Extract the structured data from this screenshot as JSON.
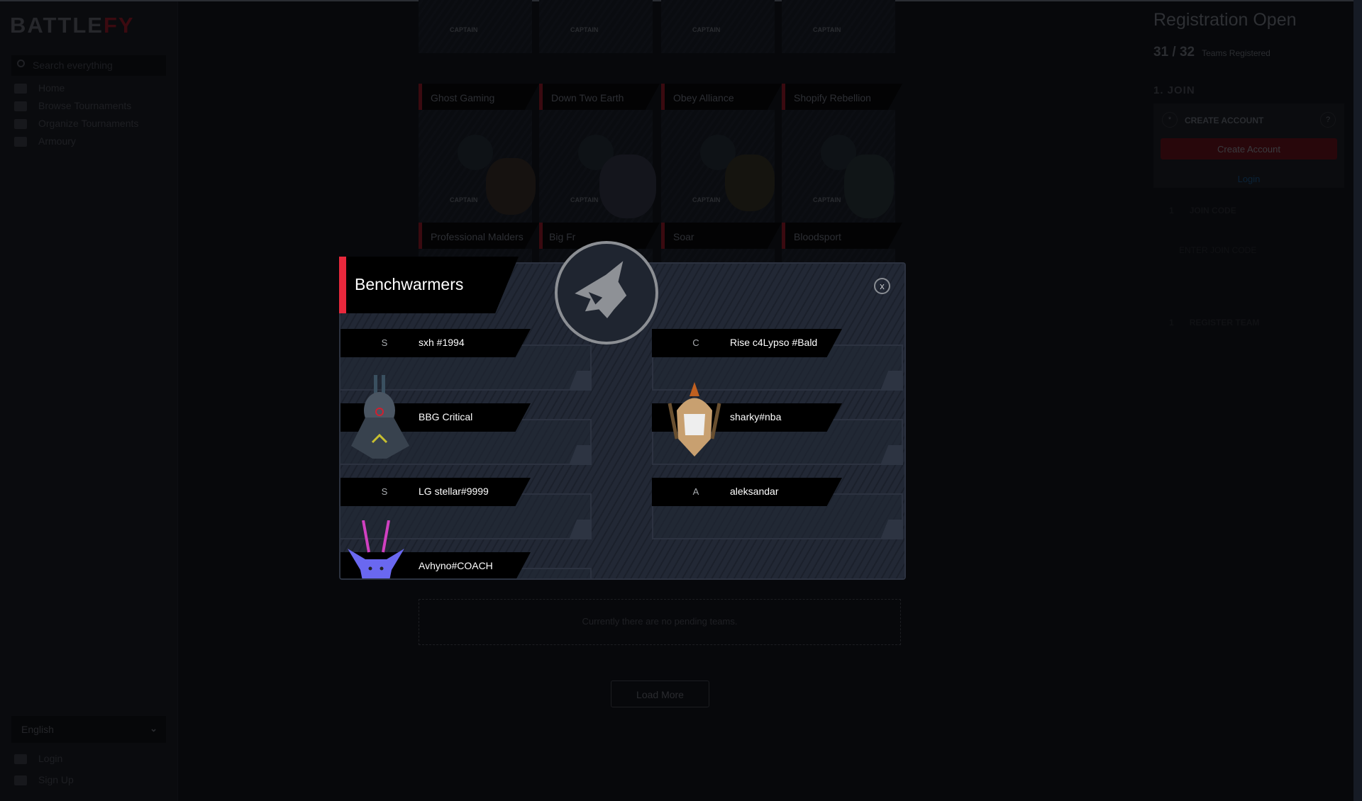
{
  "sidebar": {
    "logo_main": "BATTLE",
    "logo_accent": "FY",
    "search_placeholder": "Search everything",
    "nav": [
      {
        "label": "Home",
        "icon": "home-icon"
      },
      {
        "label": "Browse Tournaments",
        "icon": "trophy-icon"
      },
      {
        "label": "Organize Tournaments",
        "icon": "wrench-icon"
      },
      {
        "label": "Armoury",
        "icon": "shield-icon"
      }
    ],
    "language": "English",
    "login": "Login",
    "signup": "Sign Up"
  },
  "teams": {
    "captain_label": "CAPTAIN",
    "row2": [
      "Ghost Gaming",
      "Down Two Earth",
      "Obey Alliance",
      "Shopify Rebellion"
    ],
    "row3": [
      "Professional Malders",
      "Big Fr",
      "Soar",
      "Bloodsport"
    ]
  },
  "pending": {
    "empty": "Currently there are no pending teams."
  },
  "load_more": "Load More",
  "right": {
    "status": "Registration Open",
    "registered": "31",
    "capacity": "32",
    "sep": "/",
    "registered_label": "Teams Registered",
    "join_heading": "1. JOIN",
    "create_account_step": "*",
    "create_account_heading": "CREATE ACCOUNT",
    "help": "?",
    "create_account_button": "Create Account",
    "login_link": "Login",
    "join_code_step": "1",
    "join_code_heading": "JOIN CODE",
    "join_code_placeholder": "ENTER JOIN CODE",
    "register_step": "1",
    "register_heading": "REGISTER TEAM"
  },
  "modal": {
    "team_name": "Benchwarmers",
    "close": "x",
    "players": [
      {
        "role": "S",
        "name": "sxh #1994",
        "avatar": false
      },
      {
        "role": "C",
        "name": "Rise c4Lypso #Bald",
        "avatar": false
      },
      {
        "role": "",
        "name": "BBG Critical",
        "avatar": true
      },
      {
        "role": "",
        "name": "sharky#nba",
        "avatar": true
      },
      {
        "role": "S",
        "name": "LG stellar#9999",
        "avatar": false
      },
      {
        "role": "A",
        "name": "aleksandar",
        "avatar": false
      },
      {
        "role": "",
        "name": "Avhyno#COACH",
        "avatar": true
      }
    ]
  },
  "colors": {
    "accent": "#e8283c",
    "modal_bg": "#1f2430",
    "page_bg": "#07080b"
  }
}
